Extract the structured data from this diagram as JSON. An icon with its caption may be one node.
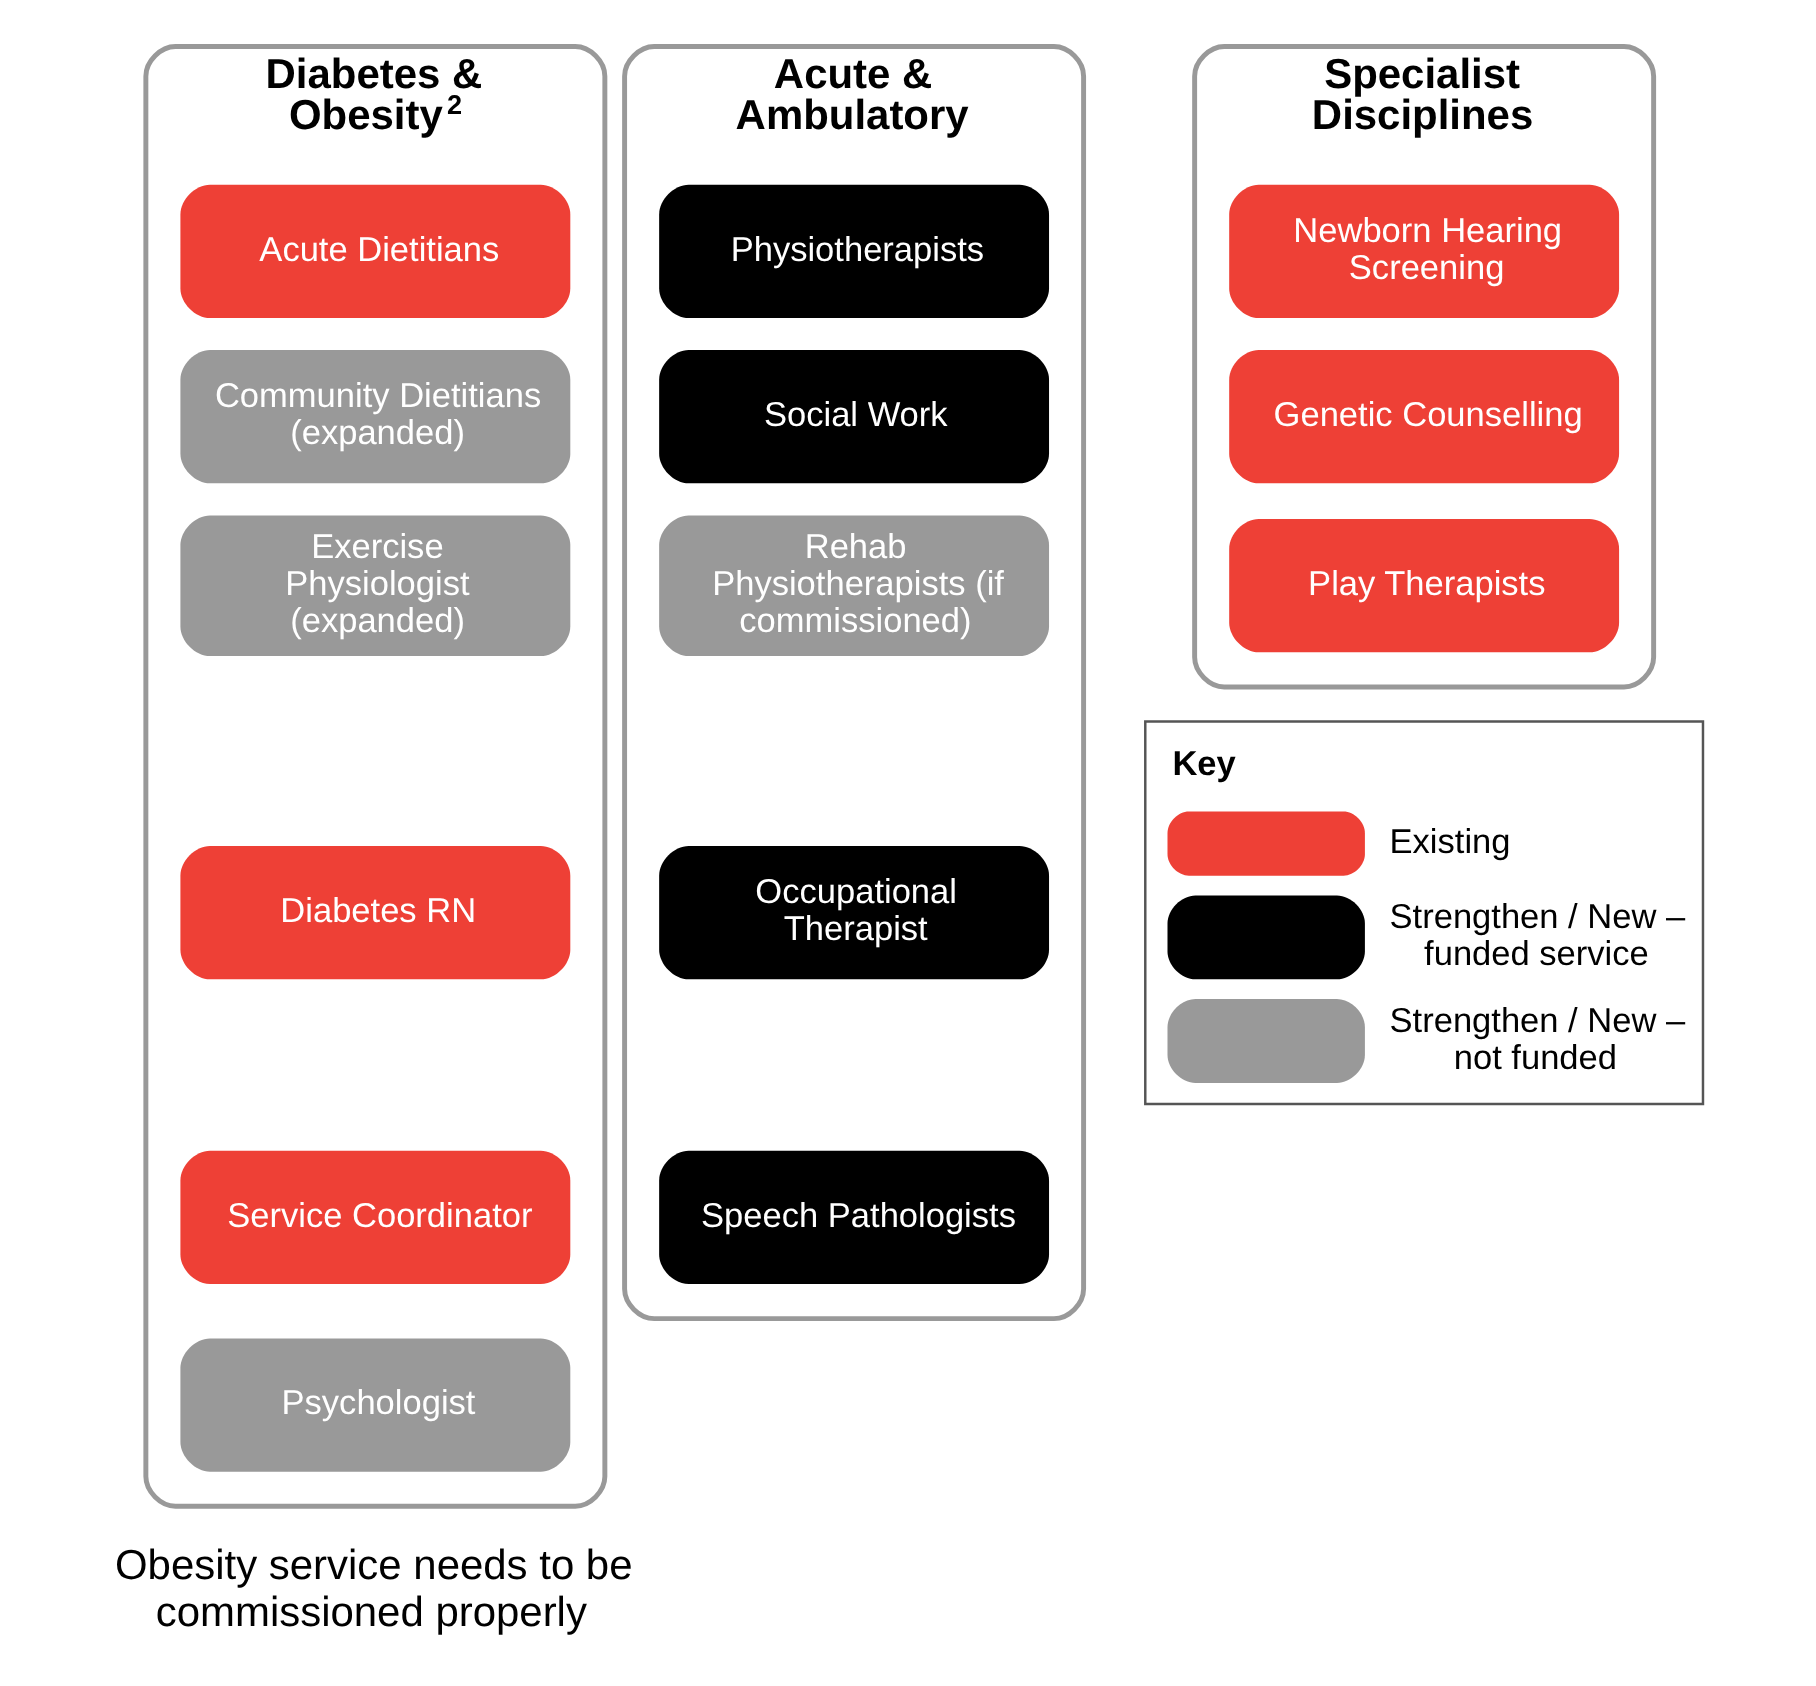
{
  "diagram": {
    "nodes": [
      {
        "text": [
          "Diabetes & Obesity$^{2}$"
        ]
      },
      {
        "text": [
          "Acute Dietitians"
        ],
        "in": 0
      },
      {
        "text": [
          "Community Dietitians (expanded)"
        ],
        "in": 0
      },
      {
        "text": [
          "Exercise Physiologist (expanded)"
        ],
        "in": 0
      },
      {
        "text": [
          "Diabetes RN"
        ],
        "in": 0
      },
      {
        "text": [
          "Service Coordinator"
        ],
        "in": 0
      },
      {
        "text": [
          "Psychologist"
        ],
        "in": 0
      },
      {
        "text": [
          "Acute & Ambulatory"
        ]
      },
      {
        "text": [
          "Physiotherapists"
        ],
        "in": 7
      },
      {
        "text": [
          "Social Work"
        ],
        "in": 7
      },
      {
        "text": [
          "Rehab Physiotherapists (if commissioned)"
        ],
        "in": 7
      },
      {
        "text": [
          "Occupational Therapist"
        ],
        "in": 7
      },
      {
        "text": [
          "Speech Pathologists"
        ],
        "in": 7
      },
      {
        "text": [
          "Specialist Disciplines"
        ]
      },
      {
        "text": [
          "Newborn Hearing Screening"
        ],
        "in": 13
      },
      {
        "text": [
          "Genetic Counselling"
        ],
        "in": 13
      },
      {
        "text": [
          "Play Therapists"
        ],
        "in": 13
      }
    ],
    "edges": [],
    "labels": [
      "Key",
      "Obesity service needs to be commissioned properly"
    ],
    "legend": [
      {
        "text": "Existing",
        "color": "#ee4036"
      },
      {
        "text": "Strengthen / New – funded service",
        "color": "#000000"
      },
      {
        "text": "Strengthen / New – not funded",
        "color": "#999999"
      }
    ]
  }
}
